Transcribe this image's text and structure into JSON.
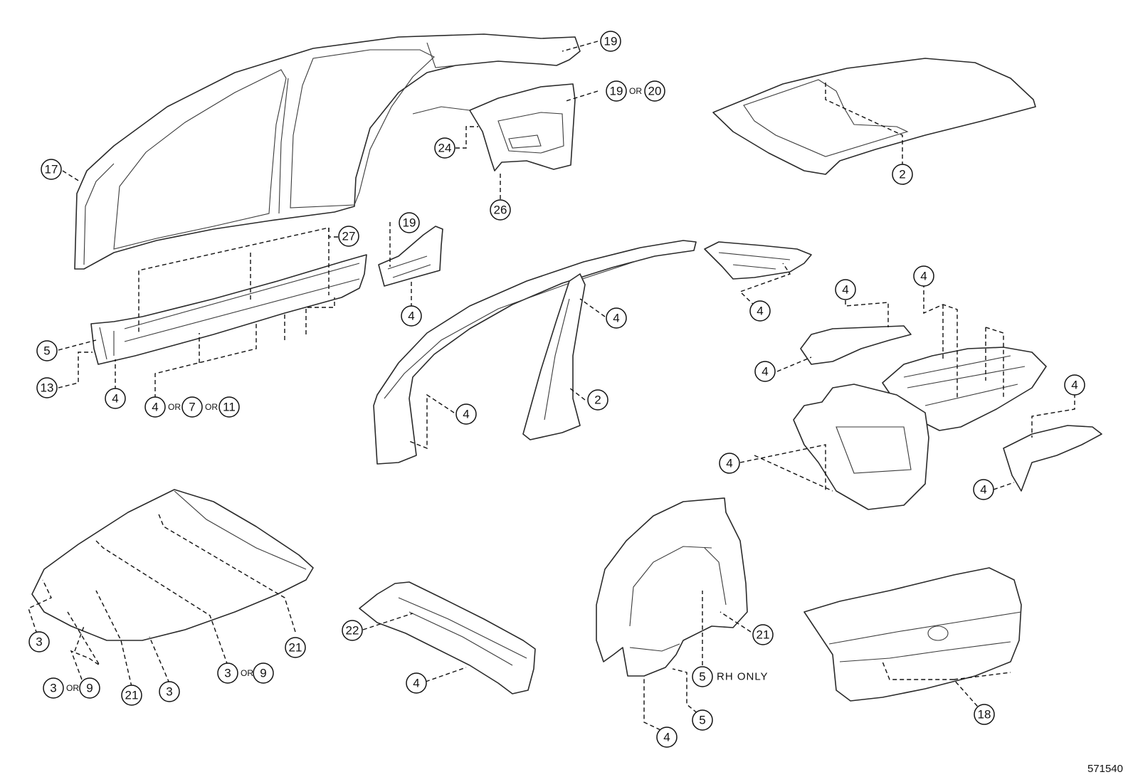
{
  "connector": "OR",
  "rh_only_note": "RH ONLY",
  "drawing_number": "571540",
  "callouts": {
    "c17": "17",
    "c19a": "19",
    "c19b": "19",
    "c20": "20",
    "c24": "24",
    "c26": "26",
    "c2a": "2",
    "c27": "27",
    "c19c": "19",
    "c4a": "4",
    "c5a": "5",
    "c13": "13",
    "c4b": "4",
    "c4c": "4",
    "c7": "7",
    "c11": "11",
    "c4d": "4",
    "c4e": "4",
    "c2b": "2",
    "c4f": "4",
    "c4g": "4",
    "c4h": "4",
    "c4i": "4",
    "c4j": "4",
    "c4k": "4",
    "c4l": "4",
    "c3a": "3",
    "c3b": "3",
    "c9a": "9",
    "c21a": "21",
    "c3c": "3",
    "c3d": "3",
    "c9b": "9",
    "c21b": "21",
    "c22": "22",
    "c4m": "4",
    "c21c": "21",
    "c5b": "5",
    "c5c": "5",
    "c4n": "4",
    "c18": "18"
  }
}
